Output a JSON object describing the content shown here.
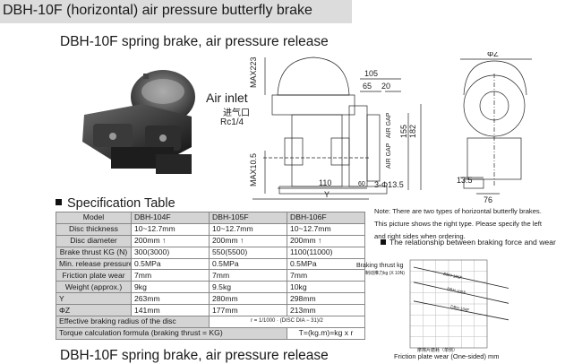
{
  "header": {
    "title": "DBH-10F (horizontal) air pressure butterfly brake",
    "subtitle": "DBH-10F spring brake, air pressure release",
    "bottom_title": "DBH-10F spring brake, air pressure release"
  },
  "drawing": {
    "air_inlet": "Air inlet",
    "air_inlet_cn": "进气口",
    "air_inlet_thread": "Rc1/4",
    "dim_max223": "MAX223",
    "dim_max105": "MAX10.5",
    "dim_105": "105",
    "dim_65": "65",
    "dim_20": "20",
    "dim_182": "182",
    "dim_155": "155",
    "dim_110": "110",
    "dim_60": "60",
    "dim_3phi": "3-Φ13.5",
    "dim_y": "Y",
    "air_gap": "AIR GAP",
    "dim_phiz": "ΦZ",
    "dim_135": "13.5",
    "dim_76": "76"
  },
  "spec": {
    "title": "Specification Table",
    "columns": [
      "Model",
      "DBH-104F",
      "DBH-105F",
      "DBH-106F"
    ],
    "rows": [
      {
        "label": "Disc thickness",
        "values": [
          "10~12.7mm",
          "10~12.7mm",
          "10~12.7mm"
        ]
      },
      {
        "label": "Disc diameter",
        "values": [
          "200mm ↑",
          "200mm ↑",
          "200mm ↑"
        ]
      },
      {
        "label": "Brake thrust KG (N)",
        "values": [
          "300(3000)",
          "550(5500)",
          "1100(11000)"
        ]
      },
      {
        "label": "Min. release pressure",
        "values": [
          "0.5MPa",
          "0.5MPa",
          "0.5MPa"
        ]
      },
      {
        "label": "Friction plate wear",
        "values": [
          "7mm",
          "7mm",
          "7mm"
        ]
      },
      {
        "label": "Weight (approx.)",
        "values": [
          "9kg",
          "9.5kg",
          "10kg"
        ]
      },
      {
        "label": "Y",
        "values": [
          "263mm",
          "280mm",
          "298mm"
        ]
      },
      {
        "label": "ΦZ",
        "values": [
          "141mm",
          "177mm",
          "213mm"
        ]
      }
    ],
    "radius_label": "Effective braking radius of the disc",
    "radius_formula": "r = 1/1000 · (DISC DIA − 31)/2",
    "torque_label": "Torque calculation formula (braking thrust = KG)",
    "torque_formula": "T=(kg.m)=kg x r"
  },
  "notes": {
    "line1": "Note: There are two types of horizontal butterfly brakes.",
    "line2": "This picture shows the right type. Please specify the left",
    "line3": "and right sides when ordering.",
    "relationship_title": "The relationship between braking force and wear"
  },
  "chart_data": {
    "type": "line",
    "title": "The relationship between braking force and wear",
    "ylabel": "Braking thrust kg",
    "ylabel_cn": "制动推力kg (X 10N)",
    "xlabel": "Friction plate wear (One-sided) mm",
    "xlabel_cn": "摩擦片磨耗（单侧）",
    "series": [
      {
        "name": "DBH-106F",
        "points": [
          [
            0,
            1.0
          ],
          [
            1,
            0.72
          ]
        ]
      },
      {
        "name": "DBH-105F",
        "points": [
          [
            0,
            0.8
          ],
          [
            1,
            0.52
          ]
        ]
      },
      {
        "name": "DBH-104F",
        "points": [
          [
            0,
            0.55
          ],
          [
            1,
            0.3
          ]
        ]
      }
    ]
  },
  "colors": {
    "title_bar": "#dcdcdc",
    "table_header": "#d4d4d4",
    "line": "#222222"
  }
}
